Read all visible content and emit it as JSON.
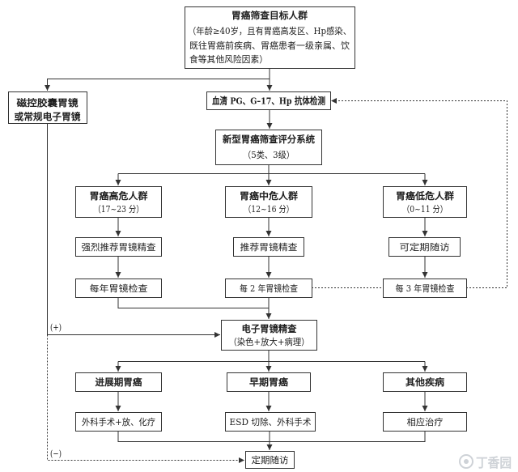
{
  "flowchart": {
    "target": {
      "title": "胃癌筛查目标人群",
      "lines": [
        "（年龄≥40岁，且有胃癌高发区、Hp感染、",
        "既往胃癌前疾病、胃癌患者一级亲属、饮",
        "食等其他风险因素）"
      ]
    },
    "endoscopy_left": {
      "line1": "磁控胶囊胃镜",
      "line2": "或常规电子胃镜"
    },
    "serum_test": "血清 PG、G–17、Hp 抗体检测",
    "scoring": {
      "title": "新型胃癌筛查评分系统",
      "subtitle": "（5类、3级）"
    },
    "risk_groups": [
      {
        "name": "胃癌高危人群",
        "score": "（17~23 分）",
        "recommendation": "强烈推荐胃镜精查",
        "interval": "每年胃镜检查"
      },
      {
        "name": "胃癌中危人群",
        "score": "（12~16 分）",
        "recommendation": "推荐胃镜精查",
        "interval": "每 2 年胃镜检查"
      },
      {
        "name": "胃癌低危人群",
        "score": "（0~11 分）",
        "recommendation": "可定期随访",
        "interval": "每 3 年胃镜检查"
      }
    ],
    "fine_exam": {
      "title": "电子胃镜精查",
      "subtitle": "（染色+放大+病理）"
    },
    "diagnoses": [
      {
        "name": "进展期胃癌",
        "treatment": "外科手术+放、化疗"
      },
      {
        "name": "早期胃癌",
        "treatment": "ESD 切除、外科手术"
      },
      {
        "name": "其他疾病",
        "treatment": "相应治疗"
      }
    ],
    "follow_up": "定期随访",
    "positive_label": "(+)",
    "negative_label": "(−)"
  },
  "watermark": {
    "text": "丁香园",
    "icon": "watermark-logo-icon"
  },
  "colors": {
    "line": "#333333",
    "box_border": "#333333",
    "background": "#ffffff",
    "watermark": "#c9ced3"
  }
}
